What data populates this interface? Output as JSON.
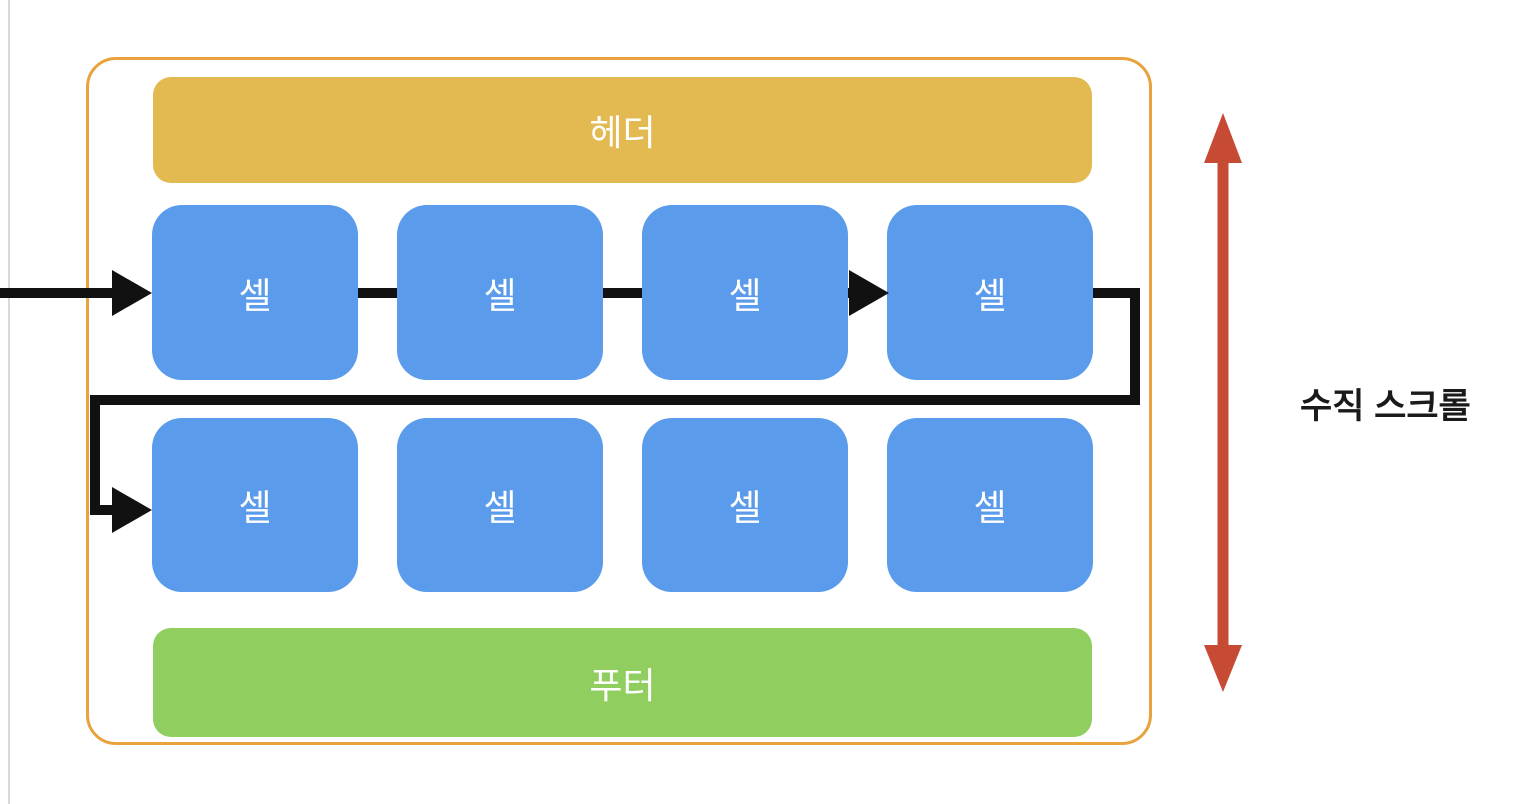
{
  "diagram": {
    "container": {
      "border_color": "#e8a33e"
    },
    "header": {
      "label": "헤더",
      "color": "#e3ba52",
      "text_color": "#ffffff"
    },
    "footer": {
      "label": "푸터",
      "color": "#8fce5f",
      "text_color": "#ffffff"
    },
    "cells": {
      "color": "#5b9beb",
      "text_color": "#ffffff",
      "rows": [
        {
          "items": [
            {
              "label": "셀"
            },
            {
              "label": "셀"
            },
            {
              "label": "셀"
            },
            {
              "label": "셀"
            }
          ]
        },
        {
          "items": [
            {
              "label": "셀"
            },
            {
              "label": "셀"
            },
            {
              "label": "셀"
            },
            {
              "label": "셀"
            }
          ]
        }
      ]
    },
    "flow_arrows": {
      "color": "#111111",
      "description": "horizontal-fill-order"
    },
    "scroll_indicator": {
      "label": "수직 스크롤",
      "color": "#c74a34",
      "text_color": "#1a1a1a",
      "direction": "vertical"
    }
  }
}
